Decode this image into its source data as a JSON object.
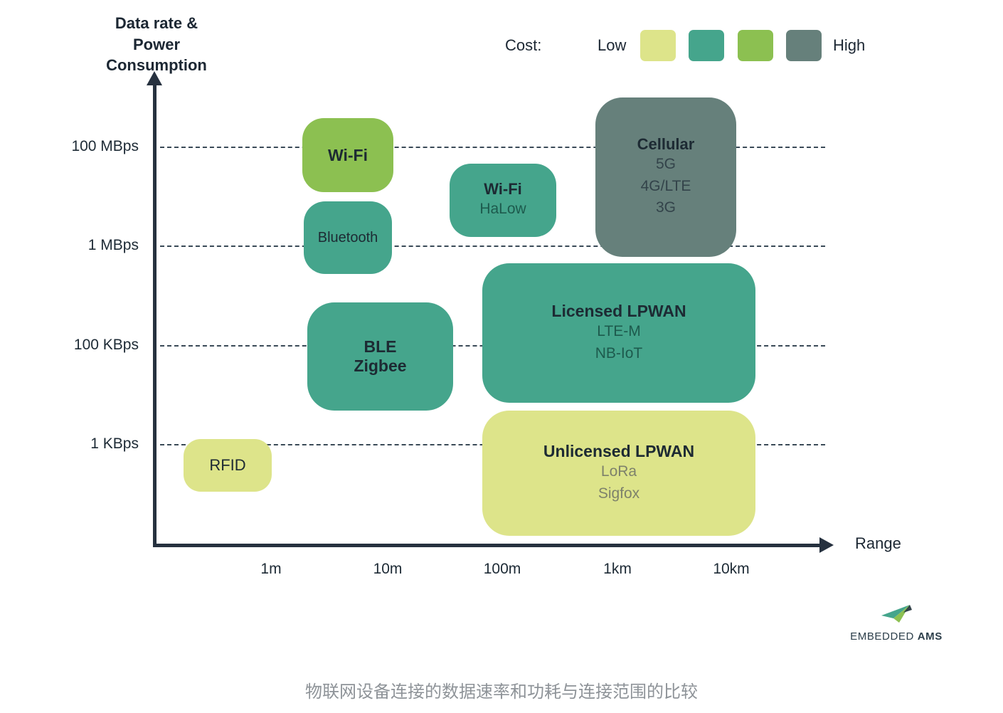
{
  "axis": {
    "y_title_lines": [
      "Data rate &",
      "Power",
      "Consumption"
    ],
    "x_title": "Range",
    "y_ticks": [
      "100 MBps",
      "1 MBps",
      "100 KBps",
      "1 KBps"
    ],
    "x_ticks": [
      "1m",
      "10m",
      "100m",
      "1km",
      "10km"
    ]
  },
  "legend": {
    "label": "Cost:",
    "low_label": "Low",
    "high_label": "High",
    "swatch_colors": [
      "#dde48a",
      "#45a58c",
      "#8cc051",
      "#66807b"
    ]
  },
  "nodes": {
    "wifi": {
      "title": "Wi-Fi"
    },
    "bluetooth": {
      "title": "Bluetooth"
    },
    "halow": {
      "title": "Wi-Fi",
      "subtitle": "HaLow"
    },
    "cellular": {
      "title": "Cellular",
      "lines": [
        "5G",
        "4G/LTE",
        "3G"
      ]
    },
    "ble": {
      "lines": [
        "BLE",
        "Zigbee"
      ]
    },
    "licensed": {
      "title": "Licensed LPWAN",
      "lines": [
        "LTE-M",
        "NB-IoT"
      ]
    },
    "rfid": {
      "title": "RFID"
    },
    "unlicensed": {
      "title": "Unlicensed LPWAN",
      "lines": [
        "LoRa",
        "Sigfox"
      ]
    }
  },
  "logo": {
    "name_regular": "EMBEDDED",
    "name_bold": "AMS"
  },
  "caption": "物联网设备连接的数据速率和功耗与连接范围的比较",
  "colors": {
    "cost_low": "#dde48a",
    "cost_medium": "#45a58c",
    "cost_medium_high": "#8cc051",
    "cost_high": "#66807b",
    "axis": "#26313f"
  },
  "chart_data": {
    "type": "scatter",
    "title": "",
    "xlabel": "Range",
    "ylabel": "Data rate & Power Consumption",
    "x_scale": "log",
    "y_scale": "log",
    "x_ticks": [
      "1m",
      "10m",
      "100m",
      "1km",
      "10km"
    ],
    "y_ticks": [
      "1 KBps",
      "100 KBps",
      "1 MBps",
      "100 MBps"
    ],
    "legend": {
      "title": "Cost:",
      "scale": [
        "Low (#dde48a)",
        "Medium (#45a58c)",
        "Medium-high (#8cc051)",
        "High (#66807b)"
      ],
      "position": "top-right"
    },
    "grid": "dashed horizontal lines at each y tick",
    "nodes": [
      {
        "label": "RFID",
        "cost_level": 1,
        "color": "#dde48a",
        "range_m": [
          0.2,
          1
        ],
        "data_rate": "~1 KBps"
      },
      {
        "label": "Wi-Fi",
        "cost_level": 3,
        "color": "#8cc051",
        "range_m": [
          2,
          10
        ],
        "data_rate": "~100 MBps"
      },
      {
        "label": "Bluetooth",
        "cost_level": 2,
        "color": "#45a58c",
        "range_m": [
          2,
          10
        ],
        "data_rate": "1-10 MBps"
      },
      {
        "label": "Wi-Fi HaLow",
        "cost_level": 2,
        "color": "#45a58c",
        "range_m": [
          30,
          300
        ],
        "data_rate": "1-100 MBps"
      },
      {
        "label": "Cellular (5G, 4G/LTE, 3G)",
        "cost_level": 4,
        "color": "#66807b",
        "range_m": [
          700,
          10000
        ],
        "data_rate": "1 MBps - 100+ MBps"
      },
      {
        "label": "BLE / Zigbee",
        "cost_level": 2,
        "color": "#45a58c",
        "range_m": [
          2,
          40
        ],
        "data_rate": "~100 KBps"
      },
      {
        "label": "Licensed LPWAN (LTE-M, NB-IoT)",
        "cost_level": 2,
        "color": "#45a58c",
        "range_m": [
          70,
          15000
        ],
        "data_rate": "100 KBps - 1 MBps"
      },
      {
        "label": "Unlicensed LPWAN (LoRa, Sigfox)",
        "cost_level": 1,
        "color": "#dde48a",
        "range_m": [
          70,
          15000
        ],
        "data_rate": "1-100 KBps"
      }
    ]
  }
}
